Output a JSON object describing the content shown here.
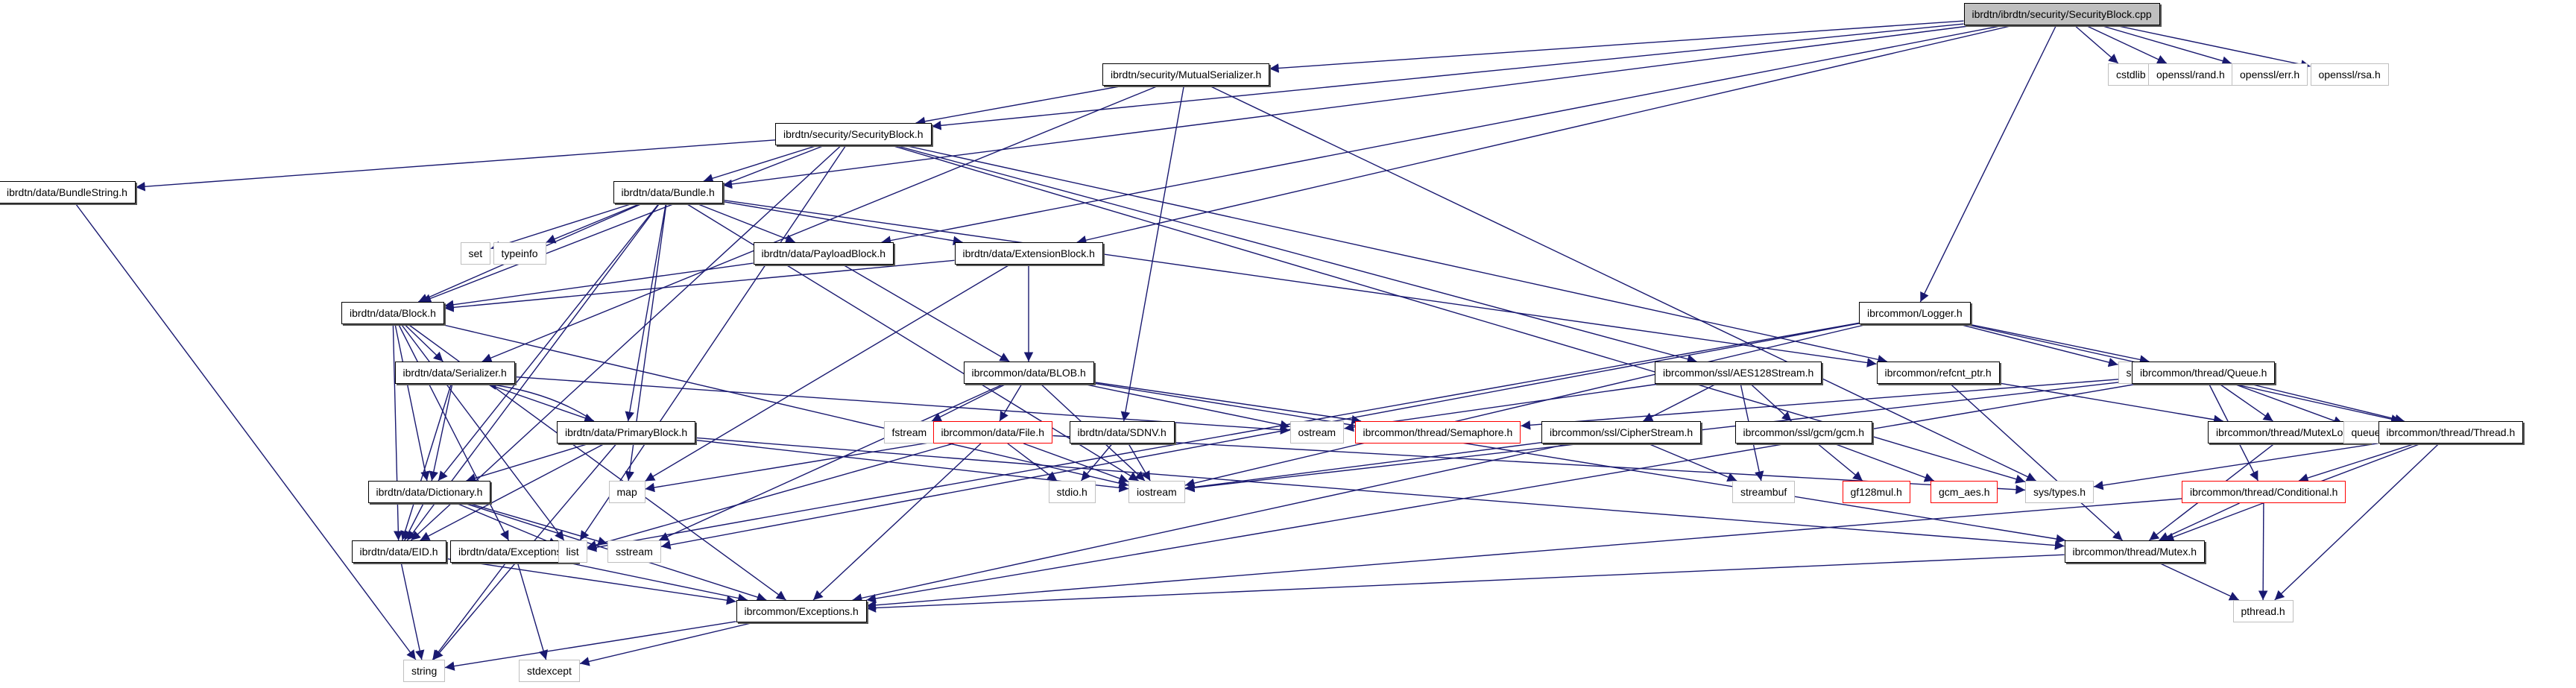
{
  "graph": {
    "title": "ibrdtn/ibrdtn/security/SecurityBlock.cpp",
    "edge_color": "#191970",
    "nodes": [
      {
        "id": "root",
        "label": "ibrdtn/ibrdtn/security/SecurityBlock.cpp",
        "kind": "root"
      },
      {
        "id": "cstdlib",
        "label": "cstdlib",
        "kind": "system"
      },
      {
        "id": "rand",
        "label": "openssl/rand.h",
        "kind": "system"
      },
      {
        "id": "err",
        "label": "openssl/err.h",
        "kind": "system"
      },
      {
        "id": "rsa",
        "label": "openssl/rsa.h",
        "kind": "system"
      },
      {
        "id": "mutser",
        "label": "ibrdtn/security/MutualSerializer.h",
        "kind": "project"
      },
      {
        "id": "secblk",
        "label": "ibrdtn/security/SecurityBlock.h",
        "kind": "project"
      },
      {
        "id": "bstr",
        "label": "ibrdtn/data/BundleString.h",
        "kind": "project"
      },
      {
        "id": "bundle",
        "label": "ibrdtn/data/Bundle.h",
        "kind": "project"
      },
      {
        "id": "set",
        "label": "set",
        "kind": "system"
      },
      {
        "id": "typeinfo",
        "label": "typeinfo",
        "kind": "system"
      },
      {
        "id": "payload",
        "label": "ibrdtn/data/PayloadBlock.h",
        "kind": "project"
      },
      {
        "id": "extblk",
        "label": "ibrdtn/data/ExtensionBlock.h",
        "kind": "project"
      },
      {
        "id": "block",
        "label": "ibrdtn/data/Block.h",
        "kind": "project"
      },
      {
        "id": "logger",
        "label": "ibrcommon/Logger.h",
        "kind": "project"
      },
      {
        "id": "systime",
        "label": "sys/time.h",
        "kind": "system"
      },
      {
        "id": "serializer",
        "label": "ibrdtn/data/Serializer.h",
        "kind": "project"
      },
      {
        "id": "blob",
        "label": "ibrcommon/data/BLOB.h",
        "kind": "project"
      },
      {
        "id": "aes",
        "label": "ibrcommon/ssl/AES128Stream.h",
        "kind": "project"
      },
      {
        "id": "refcnt",
        "label": "ibrcommon/refcnt_ptr.h",
        "kind": "project"
      },
      {
        "id": "queue",
        "label": "ibrcommon/thread/Queue.h",
        "kind": "project"
      },
      {
        "id": "primary",
        "label": "ibrdtn/data/PrimaryBlock.h",
        "kind": "project"
      },
      {
        "id": "fstream",
        "label": "fstream",
        "kind": "system"
      },
      {
        "id": "file",
        "label": "ibrcommon/data/File.h",
        "kind": "incomplete"
      },
      {
        "id": "sdnv",
        "label": "ibrdtn/data/SDNV.h",
        "kind": "project"
      },
      {
        "id": "ostream",
        "label": "ostream",
        "kind": "system"
      },
      {
        "id": "semaphore",
        "label": "ibrcommon/thread/Semaphore.h",
        "kind": "incomplete"
      },
      {
        "id": "cipher",
        "label": "ibrcommon/ssl/CipherStream.h",
        "kind": "project"
      },
      {
        "id": "gcm",
        "label": "ibrcommon/ssl/gcm/gcm.h",
        "kind": "project"
      },
      {
        "id": "mutexlock",
        "label": "ibrcommon/thread/MutexLock.h",
        "kind": "project"
      },
      {
        "id": "queuestd",
        "label": "queue",
        "kind": "system"
      },
      {
        "id": "thread",
        "label": "ibrcommon/thread/Thread.h",
        "kind": "project"
      },
      {
        "id": "dictionary",
        "label": "ibrdtn/data/Dictionary.h",
        "kind": "project"
      },
      {
        "id": "map",
        "label": "map",
        "kind": "system"
      },
      {
        "id": "stdio",
        "label": "stdio.h",
        "kind": "system"
      },
      {
        "id": "iostream",
        "label": "iostream",
        "kind": "system"
      },
      {
        "id": "streambuf",
        "label": "streambuf",
        "kind": "system"
      },
      {
        "id": "gf128",
        "label": "gf128mul.h",
        "kind": "incomplete"
      },
      {
        "id": "gcmaes",
        "label": "gcm_aes.h",
        "kind": "incomplete"
      },
      {
        "id": "systypes",
        "label": "sys/types.h",
        "kind": "system"
      },
      {
        "id": "conditional",
        "label": "ibrcommon/thread/Conditional.h",
        "kind": "incomplete"
      },
      {
        "id": "eid",
        "label": "ibrdtn/data/EID.h",
        "kind": "project"
      },
      {
        "id": "dexc",
        "label": "ibrdtn/data/Exceptions.h",
        "kind": "project"
      },
      {
        "id": "list",
        "label": "list",
        "kind": "system"
      },
      {
        "id": "sstream",
        "label": "sstream",
        "kind": "system"
      },
      {
        "id": "mutex",
        "label": "ibrcommon/thread/Mutex.h",
        "kind": "project"
      },
      {
        "id": "cexc",
        "label": "ibrcommon/Exceptions.h",
        "kind": "project"
      },
      {
        "id": "pthread",
        "label": "pthread.h",
        "kind": "system"
      },
      {
        "id": "string",
        "label": "string",
        "kind": "system"
      },
      {
        "id": "stdexcept",
        "label": "stdexcept",
        "kind": "system"
      }
    ],
    "edges": [
      [
        "root",
        "cstdlib"
      ],
      [
        "root",
        "rand"
      ],
      [
        "root",
        "err"
      ],
      [
        "root",
        "rsa"
      ],
      [
        "root",
        "mutser"
      ],
      [
        "root",
        "secblk"
      ],
      [
        "root",
        "bundle"
      ],
      [
        "root",
        "payload"
      ],
      [
        "root",
        "extblk"
      ],
      [
        "root",
        "logger"
      ],
      [
        "mutser",
        "secblk"
      ],
      [
        "mutser",
        "serializer"
      ],
      [
        "mutser",
        "sdnv"
      ],
      [
        "mutser",
        "systypes"
      ],
      [
        "secblk",
        "bstr"
      ],
      [
        "secblk",
        "bundle"
      ],
      [
        "secblk",
        "block"
      ],
      [
        "secblk",
        "eid"
      ],
      [
        "secblk",
        "list"
      ],
      [
        "secblk",
        "aes"
      ],
      [
        "secblk",
        "systypes"
      ],
      [
        "secblk",
        "refcnt"
      ],
      [
        "bstr",
        "string"
      ],
      [
        "bundle",
        "set"
      ],
      [
        "bundle",
        "typeinfo"
      ],
      [
        "bundle",
        "payload"
      ],
      [
        "bundle",
        "extblk"
      ],
      [
        "bundle",
        "block"
      ],
      [
        "bundle",
        "primary"
      ],
      [
        "bundle",
        "dictionary"
      ],
      [
        "bundle",
        "eid"
      ],
      [
        "bundle",
        "map"
      ],
      [
        "bundle",
        "iostream"
      ],
      [
        "bundle",
        "refcnt"
      ],
      [
        "payload",
        "block"
      ],
      [
        "payload",
        "blob"
      ],
      [
        "extblk",
        "block"
      ],
      [
        "extblk",
        "blob"
      ],
      [
        "extblk",
        "map"
      ],
      [
        "block",
        "serializer"
      ],
      [
        "block",
        "dictionary"
      ],
      [
        "block",
        "eid"
      ],
      [
        "block",
        "list"
      ],
      [
        "block",
        "dexc"
      ],
      [
        "block",
        "cexc"
      ],
      [
        "block",
        "iostream"
      ],
      [
        "logger",
        "systime"
      ],
      [
        "logger",
        "queue"
      ],
      [
        "logger",
        "thread"
      ],
      [
        "logger",
        "iostream"
      ],
      [
        "logger",
        "sstream"
      ],
      [
        "logger",
        "list"
      ],
      [
        "serializer",
        "primary"
      ],
      [
        "serializer",
        "dictionary"
      ],
      [
        "serializer",
        "ostream"
      ],
      [
        "serializer",
        "eid"
      ],
      [
        "primary",
        "serializer"
      ],
      [
        "primary",
        "dictionary"
      ],
      [
        "primary",
        "eid"
      ],
      [
        "primary",
        "string"
      ],
      [
        "primary",
        "mutex"
      ],
      [
        "primary",
        "iostream"
      ],
      [
        "blob",
        "fstream"
      ],
      [
        "blob",
        "file"
      ],
      [
        "blob",
        "iostream"
      ],
      [
        "blob",
        "mutex"
      ],
      [
        "blob",
        "semaphore"
      ],
      [
        "blob",
        "sstream"
      ],
      [
        "blob",
        "ostream"
      ],
      [
        "file",
        "stdio"
      ],
      [
        "file",
        "iostream"
      ],
      [
        "file",
        "map"
      ],
      [
        "file",
        "list"
      ],
      [
        "file",
        "cexc"
      ],
      [
        "file",
        "systypes"
      ],
      [
        "sdnv",
        "stdio"
      ],
      [
        "sdnv",
        "iostream"
      ],
      [
        "aes",
        "cipher"
      ],
      [
        "aes",
        "gcm"
      ],
      [
        "aes",
        "streambuf"
      ],
      [
        "aes",
        "ostream"
      ],
      [
        "cipher",
        "streambuf"
      ],
      [
        "cipher",
        "iostream"
      ],
      [
        "cipher",
        "cexc"
      ],
      [
        "gcm",
        "gf128"
      ],
      [
        "gcm",
        "gcmaes"
      ],
      [
        "refcnt",
        "mutexlock"
      ],
      [
        "refcnt",
        "mutex"
      ],
      [
        "queue",
        "mutexlock"
      ],
      [
        "queue",
        "queuestd"
      ],
      [
        "queue",
        "thread"
      ],
      [
        "queue",
        "conditional"
      ],
      [
        "queue",
        "semaphore"
      ],
      [
        "queue",
        "cexc"
      ],
      [
        "queue",
        "iostream"
      ],
      [
        "mutexlock",
        "mutex"
      ],
      [
        "thread",
        "systypes"
      ],
      [
        "thread",
        "mutex"
      ],
      [
        "thread",
        "conditional"
      ],
      [
        "thread",
        "pthread"
      ],
      [
        "conditional",
        "mutex"
      ],
      [
        "conditional",
        "pthread"
      ],
      [
        "conditional",
        "cexc"
      ],
      [
        "dictionary",
        "eid"
      ],
      [
        "dictionary",
        "list"
      ],
      [
        "dictionary",
        "sstream"
      ],
      [
        "dictionary",
        "cexc"
      ],
      [
        "eid",
        "string"
      ],
      [
        "eid",
        "cexc"
      ],
      [
        "dexc",
        "string"
      ],
      [
        "dexc",
        "stdexcept"
      ],
      [
        "dexc",
        "cexc"
      ],
      [
        "mutex",
        "pthread"
      ],
      [
        "mutex",
        "cexc"
      ],
      [
        "cexc",
        "string"
      ],
      [
        "cexc",
        "stdexcept"
      ]
    ]
  }
}
